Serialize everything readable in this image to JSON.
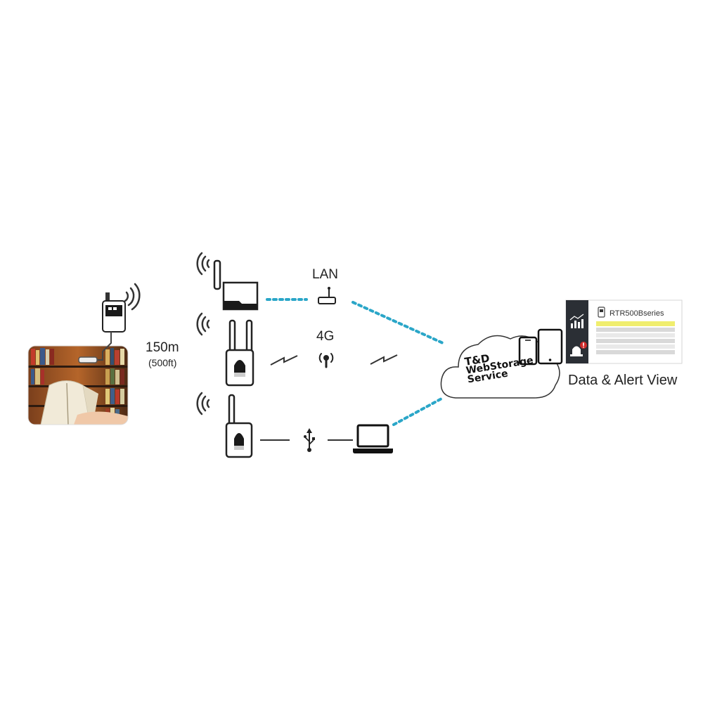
{
  "labels": {
    "lan": "LAN",
    "cellular": "4G",
    "range": "150m",
    "range_imperial": "(500ft)",
    "cloud_line1": "T&D",
    "cloud_line2": "WebStorage",
    "cloud_line3": "Service",
    "panel_device": "RTR500Bseries",
    "output": "Data & Alert View"
  },
  "icons": {
    "logger": "data-logger-icon",
    "wireless": "wireless-signal-icon",
    "base_lan": "lan-base-station-icon",
    "base_4g": "4g-base-station-icon",
    "base_usb": "usb-base-station-icon",
    "router": "router-icon",
    "antenna": "antenna-icon",
    "usb": "usb-icon",
    "laptop": "laptop-icon",
    "cloud": "cloud-icon",
    "phone": "smartphone-icon",
    "tablet": "tablet-icon",
    "chart": "chart-icon",
    "alert": "alert-icon"
  },
  "colors": {
    "dotted_link": "#2aa6c8",
    "panel_sidebar": "#2b2f35",
    "panel_highlight": "#f0ee6e"
  }
}
